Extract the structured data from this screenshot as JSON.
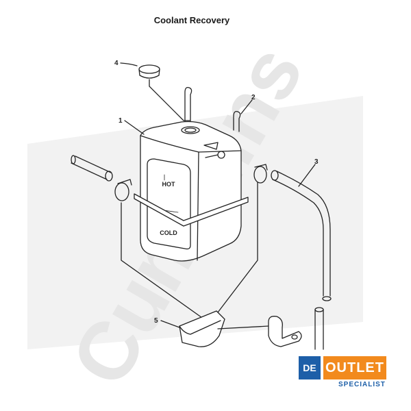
{
  "title": "Coolant Recovery",
  "callouts": [
    {
      "id": "1",
      "label": "1"
    },
    {
      "id": "2",
      "label": "2"
    },
    {
      "id": "3",
      "label": "3"
    },
    {
      "id": "4",
      "label": "4"
    },
    {
      "id": "5",
      "label": "5"
    }
  ],
  "tank_labels": {
    "hot": "HOT",
    "cold": "COLD"
  },
  "watermark": "Cummins",
  "badge": {
    "de": "DE",
    "outlet": "OUTLET",
    "specialist": "SPECIALIST"
  },
  "colors": {
    "line": "#222222",
    "watermark": "#ededed",
    "badge_blue": "#1d5fa8",
    "badge_orange": "#f28a1d"
  }
}
